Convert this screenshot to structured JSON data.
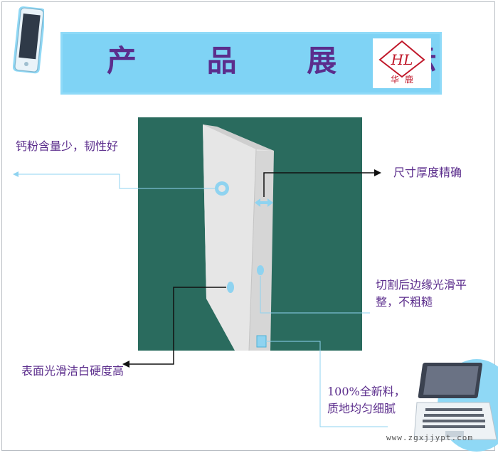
{
  "header": {
    "title": "产 品 展 示",
    "logo_initials": "HL",
    "logo_text": "华鹿"
  },
  "annotations": {
    "calcium": "钙粉含量少，韧性好",
    "thickness": "尺寸厚度精确",
    "edge": "切割后边缘光滑平整，不粗糙",
    "surface": "表面光滑洁白硬度高",
    "material": "100%全新料，质地均匀细腻"
  },
  "watermark": "www.zgxjjypt.com",
  "colors": {
    "banner": "#7fd3f5",
    "title": "#5b2d8c",
    "panel": "#2a6b5e",
    "logo_red": "#c0182a"
  },
  "icons": [
    "phone-icon",
    "laptop-icon",
    "double-arrow-icon"
  ]
}
